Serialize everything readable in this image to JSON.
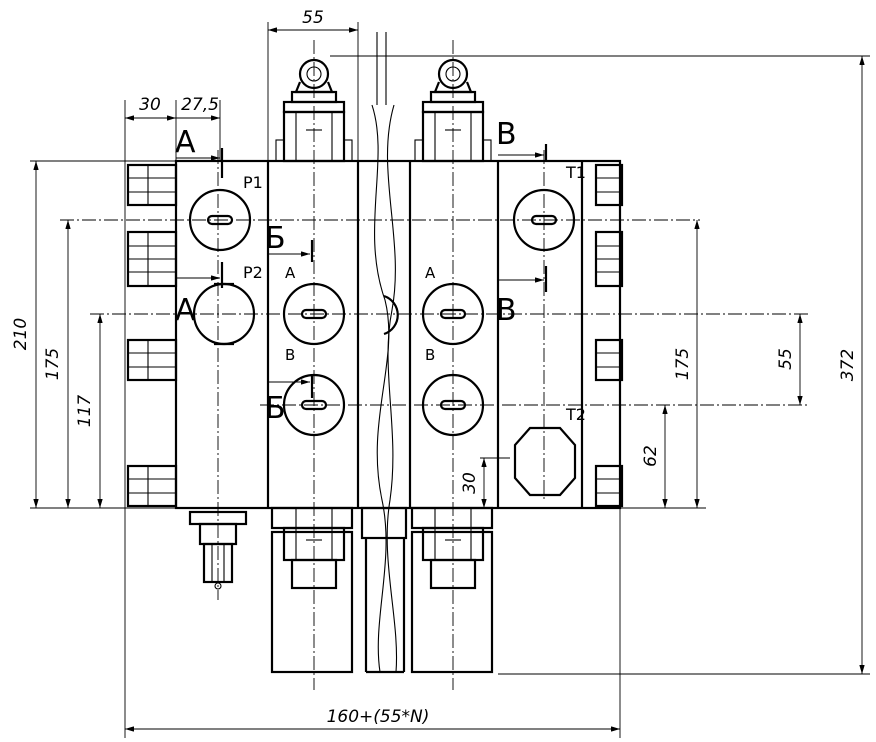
{
  "dimensions": {
    "top_module_width": "55",
    "left_offset_30": "30",
    "left_offset_27_5": "27,5",
    "height_210": "210",
    "height_175_left": "175",
    "height_117": "117",
    "height_175_right": "175",
    "height_55": "55",
    "height_372": "372",
    "height_62": "62",
    "offset_30_bottom": "30",
    "overall_length": "160+(55*N)"
  },
  "section_markers": {
    "a_top": "A",
    "a_bottom": "A",
    "b_top": "Б",
    "b_bottom": "Б",
    "v_top": "В",
    "v_bottom": "В"
  },
  "port_labels": {
    "p1": "P1",
    "p2": "P2",
    "t1": "T1",
    "t2": "T2",
    "port_a_1": "A",
    "port_b_1": "B",
    "port_a_2": "A",
    "port_b_2": "B"
  }
}
